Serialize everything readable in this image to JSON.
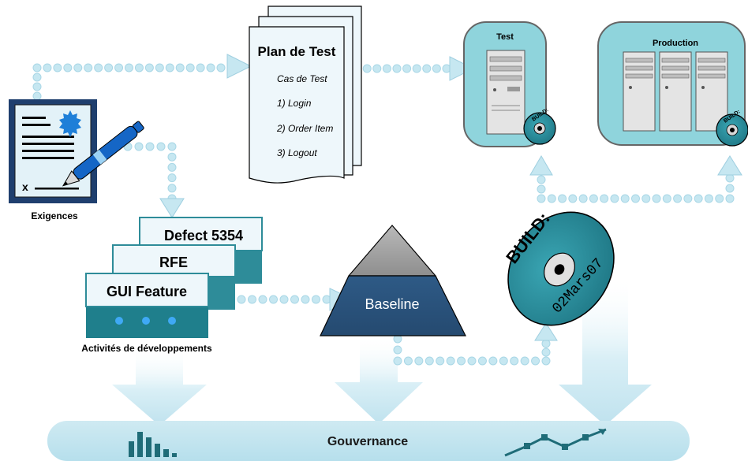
{
  "plan": {
    "title": "Plan de Test",
    "lines": [
      "Cas de Test",
      "1) Login",
      "2) Order Item",
      "3) Logout"
    ]
  },
  "servers": {
    "test_label": "Test",
    "production_label": "Production",
    "small_disc_text": "BUILD:"
  },
  "requirements": {
    "doc_mark": "x",
    "label": "Exigences"
  },
  "dev": {
    "cards": [
      "Defect 5354",
      "RFE",
      "GUI Feature"
    ],
    "label": "Activités de développements"
  },
  "baseline": {
    "label": "Baseline"
  },
  "build": {
    "title": "BUILD:",
    "date": "02Mars07"
  },
  "governance": {
    "label": "Gouvernance"
  },
  "colors": {
    "teal": "#2e8c99",
    "teal_dark": "#1f6c78",
    "dots": "#c6e7f1",
    "arrow": "#bfe2ee",
    "gov": "#c8e8f0",
    "paper": "#eef7fb",
    "server_bg": "#8fd4dc"
  },
  "icons": [
    "document-icon",
    "pen-icon",
    "seal-icon",
    "server-icon",
    "cd-icon",
    "bar-chart-icon",
    "trend-line-icon",
    "pyramid-icon"
  ]
}
